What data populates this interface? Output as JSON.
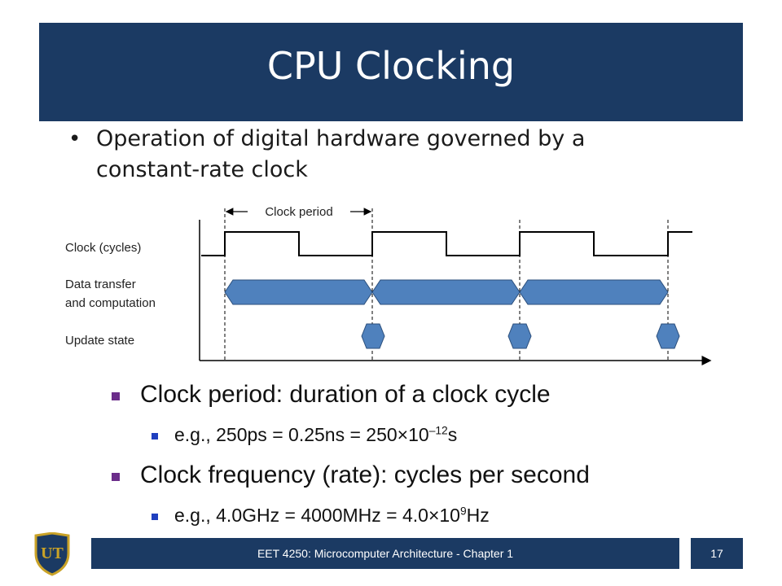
{
  "slide": {
    "title": "CPU Clocking",
    "bullet": "Operation of digital hardware governed by a constant-rate clock"
  },
  "diagram": {
    "clock_period_label": "Clock period",
    "row_labels": {
      "clock": "Clock (cycles)",
      "data_line1": "Data transfer",
      "data_line2": "and computation",
      "update": "Update state"
    },
    "colors": {
      "shape_fill": "#4f81bd",
      "shape_stroke": "#2c4f7c"
    }
  },
  "points": {
    "period_heading": "Clock period: duration of a clock cycle",
    "period_example_base": "e.g., 250ps = 0.25ns = 250×10",
    "period_example_exp": "–12",
    "period_example_unit": "s",
    "frequency_heading": "Clock frequency (rate): cycles per second",
    "frequency_example_base": "e.g., 4.0GHz = 4000MHz = 4.0×10",
    "frequency_example_exp": "9",
    "frequency_example_unit": "Hz"
  },
  "footer": {
    "course": "EET 4250: Microcomputer Architecture - Chapter 1",
    "page": "17",
    "logo_text": "UT"
  },
  "theme": {
    "primary": "#1b3a63",
    "gold": "#c9a227",
    "purple_bullet": "#6b2d8a",
    "blue_bullet": "#1f3fbf"
  }
}
